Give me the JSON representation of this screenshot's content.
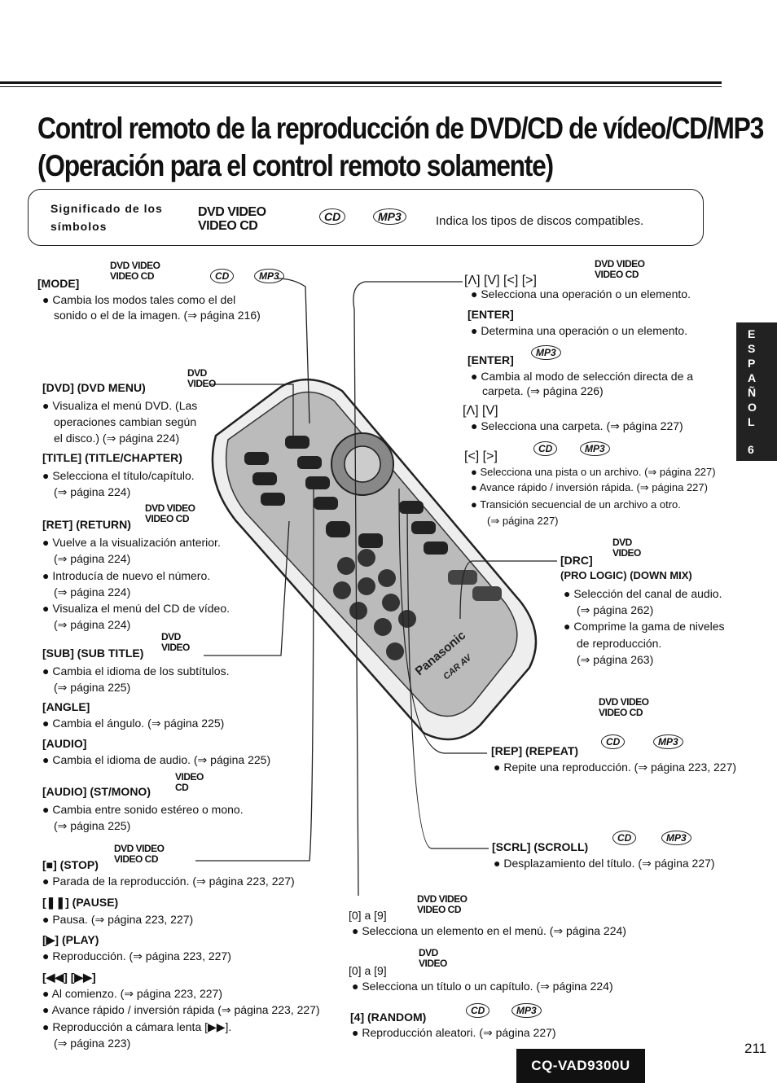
{
  "title": {
    "line1": "Control remoto de la reproducción de DVD/CD de vídeo/CD/MP3",
    "line2": "(Operación para el control remoto solamente)"
  },
  "legend": {
    "label1": "Significado de los",
    "label2": "símbolos",
    "description": "Indica los tipos de discos compatibles."
  },
  "badges": {
    "dvd": "DVD",
    "video": "VIDEO",
    "cd": "CD",
    "mp3": "MP3"
  },
  "left": [
    {
      "key": "[MODE]",
      "lines": [
        "● Cambia los modos tales como el del",
        "sonido o el de la imagen. (⇒ página 216)"
      ]
    },
    {
      "key": "[DVD] (DVD MENU)",
      "lines": [
        "● Visualiza el menú DVD. (Las",
        "operaciones cambian según",
        "el disco.) (⇒ página 224)"
      ]
    },
    {
      "key": "[TITLE] (TITLE/CHAPTER)",
      "lines": [
        "● Selecciona el título/capítulo.",
        "(⇒ página 224)"
      ]
    },
    {
      "key": "[RET] (RETURN)",
      "lines": [
        "● Vuelve a la visualización anterior.",
        "(⇒ página 224)",
        "● Introducía de nuevo el número.",
        "(⇒ página 224)",
        "● Visualiza el menú del CD de vídeo.",
        "(⇒ página 224)"
      ]
    },
    {
      "key": "[SUB] (SUB TITLE)",
      "lines": [
        "● Cambia el idioma de los subtítulos.",
        "(⇒ página 225)"
      ]
    },
    {
      "key": "[ANGLE]",
      "lines": [
        "● Cambia el ángulo. (⇒ página 225)"
      ]
    },
    {
      "key": "[AUDIO]",
      "lines": [
        "● Cambia el idioma de audio. (⇒ página 225)"
      ]
    },
    {
      "key": "[AUDIO] (ST/MONO)",
      "lines": [
        "● Cambia entre sonido estéreo o mono.",
        "(⇒ página 225)"
      ]
    },
    {
      "key": "[■] (STOP)",
      "lines": [
        "● Parada de la reproducción. (⇒ página 223, 227)"
      ]
    },
    {
      "key": "[❚❚] (PAUSE)",
      "lines": [
        "● Pausa. (⇒ página 223, 227)"
      ]
    },
    {
      "key": "[▶] (PLAY)",
      "lines": [
        "● Reproducción. (⇒ página 223, 227)"
      ]
    },
    {
      "key": "[◀◀] [▶▶]",
      "lines": [
        "● Al comienzo. (⇒ página 223, 227)",
        "● Avance rápido / inversión rápida (⇒ página 223, 227)",
        "● Reproducción a cámara lenta [▶▶].",
        "(⇒ página 223)"
      ]
    }
  ],
  "right": [
    {
      "key": "[Λ] [V] [<] [>]",
      "lines": [
        "● Selecciona una operación o un elemento."
      ]
    },
    {
      "key": "[ENTER]",
      "lines": [
        "● Determina una operación o un elemento."
      ]
    },
    {
      "key": "[ENTER]",
      "lines": [
        "● Cambia al modo de selección directa de a",
        "carpeta. (⇒ página 226)"
      ]
    },
    {
      "key": "[Λ] [V]",
      "lines": [
        "● Selecciona una carpeta. (⇒ página 227)"
      ]
    },
    {
      "key": "[<] [>]",
      "lines": [
        "● Selecciona una pista o un archivo. (⇒ página 227)",
        "● Avance rápido / inversión rápida. (⇒ página 227)",
        "● Transición secuencial de un archivo a otro.",
        "(⇒ página 227)"
      ]
    },
    {
      "key": "[DRC]",
      "sub": "(PRO LOGIC) (DOWN MIX)",
      "lines": [
        "● Selección del canal de audio.",
        "(⇒ página 262)",
        "● Comprime la gama de niveles",
        "de reproducción.",
        "(⇒ página 263)"
      ]
    },
    {
      "key": "[REP] (REPEAT)",
      "lines": [
        "● Repite una reproducción. (⇒ página 223, 227)"
      ]
    },
    {
      "key": "[SCRL] (SCROLL)",
      "lines": [
        "● Desplazamiento del título. (⇒ página 227)"
      ]
    }
  ],
  "bottom": [
    {
      "key": "[0] a [9]",
      "lines": [
        "● Selecciona un elemento en el menú. (⇒ página 224)"
      ]
    },
    {
      "key": "[0] a [9]",
      "lines": [
        "● Selecciona un título o un capítulo. (⇒ página 224)"
      ]
    },
    {
      "key": "[4] (RANDOM)",
      "lines": [
        "● Reproducción aleatori. (⇒ página 227)"
      ]
    }
  ],
  "remote": {
    "brand": "Panasonic",
    "sub": "CAR AV"
  },
  "sidetab": {
    "letters": [
      "E",
      "S",
      "P",
      "A",
      "Ñ",
      "O",
      "L"
    ],
    "number": "6"
  },
  "footer": {
    "model": "CQ-VAD9300U",
    "page": "211"
  }
}
